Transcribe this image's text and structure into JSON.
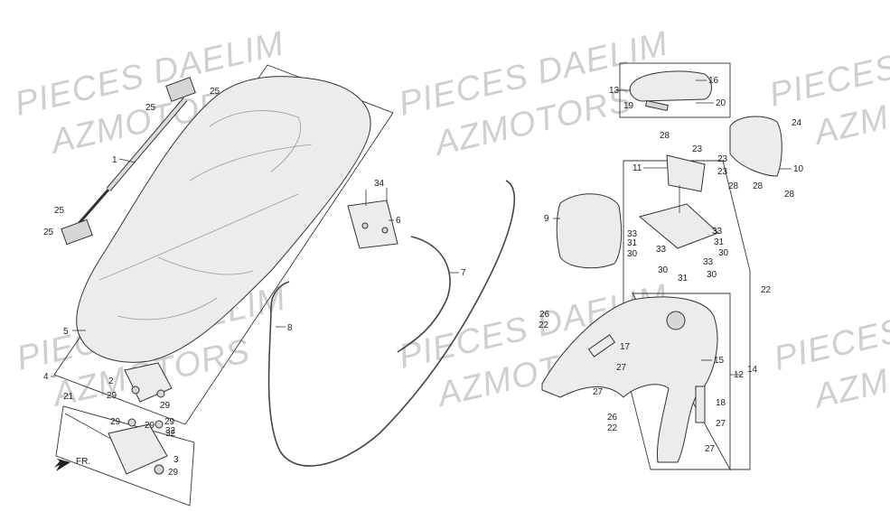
{
  "watermarks": {
    "w1": "PIECES DAELIM",
    "w2": "AZMOTORS",
    "w3": "PIECES DAELIM",
    "w4": "AZMOTORS",
    "w5": "PIECES",
    "w6": "AZM",
    "w7": "PIECES DAELIM",
    "w8": "AZMOTORS",
    "w9": "PIECES DAELIM",
    "w10": "AZMOTORS",
    "w11": "PIECES",
    "w12": "AZM"
  },
  "direction_label": "FR.",
  "callouts": {
    "c1": "1",
    "c2": "2",
    "c3": "3",
    "c4": "4",
    "c5": "5",
    "c6": "6",
    "c7": "7",
    "c8": "8",
    "c9": "9",
    "c10": "10",
    "c11": "11",
    "c12": "12",
    "c13": "13",
    "c14": "14",
    "c15": "15",
    "c16": "16",
    "c17": "17",
    "c18": "18",
    "c19": "19",
    "c20": "20",
    "c21": "21",
    "c22a": "22",
    "c22b": "22",
    "c22c": "22",
    "c23a": "23",
    "c23b": "23",
    "c23c": "23",
    "c24": "24",
    "c25a": "25",
    "c25b": "25",
    "c25c": "25",
    "c25d": "25",
    "c26a": "26",
    "c26b": "26",
    "c27a": "27",
    "c27b": "27",
    "c27c": "27",
    "c27d": "27",
    "c28a": "28",
    "c28b": "28",
    "c28c": "28",
    "c28d": "28",
    "c29a": "29",
    "c29b": "29",
    "c29c": "29",
    "c29d": "29",
    "c29e": "29",
    "c29f": "29",
    "c30a": "30",
    "c30b": "30",
    "c30c": "30",
    "c30d": "30",
    "c31a": "31",
    "c31b": "31",
    "c31c": "31",
    "c32a": "32",
    "c32b": "32",
    "c33a": "33",
    "c33b": "33",
    "c33c": "33",
    "c33d": "33",
    "c34": "34"
  }
}
